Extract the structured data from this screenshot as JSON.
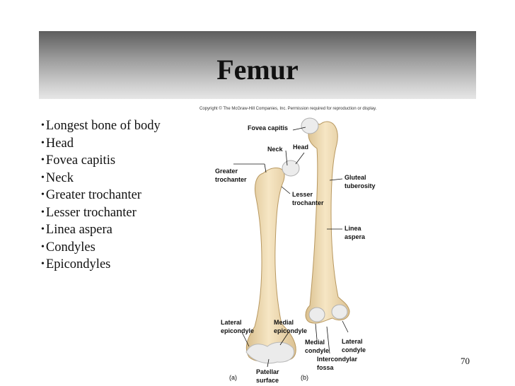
{
  "slide": {
    "title": "Femur",
    "copyright": "Copyright © The McGraw-Hill Companies, Inc. Permission required for reproduction or display.",
    "page_number": "70",
    "bullets": [
      "Longest bone of body",
      "Head",
      "Fovea capitis",
      "Neck",
      "Greater trochanter",
      "Lesser trochanter",
      "Linea aspera",
      "Condyles",
      "Epicondyles"
    ]
  },
  "figure": {
    "labels": {
      "fovea_capitis": "Fovea capitis",
      "neck": "Neck",
      "head": "Head",
      "greater_trochanter": "Greater\ntrochanter",
      "gluteal_tuberosity": "Gluteal\ntuberosity",
      "lesser_trochanter": "Lesser\ntrochanter",
      "linea_aspera": "Linea\naspera",
      "lateral_epicondyle": "Lateral\nepicondyle",
      "medial_epicondyle": "Medial\nepicondyle",
      "medial_condyle": "Medial\ncondyle",
      "lateral_condyle": "Lateral\ncondyle",
      "intercondylar_fossa": "Intercondylar\nfossa",
      "patellar_surface": "Patellar\nsurface",
      "view_a": "(a)",
      "view_b": "(b)"
    },
    "colors": {
      "bone": "#f2dfb8",
      "bone_shade": "#d8bd8a",
      "cartilage": "#e8e8e8"
    }
  }
}
